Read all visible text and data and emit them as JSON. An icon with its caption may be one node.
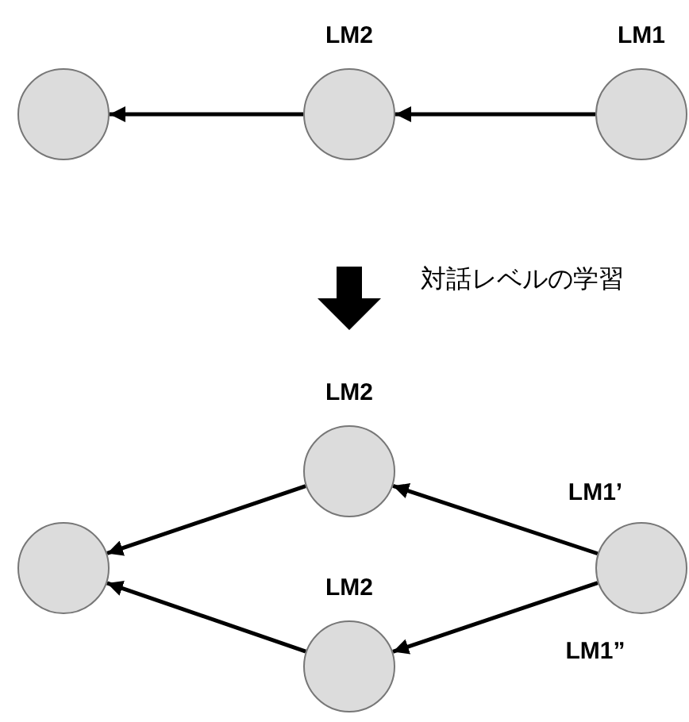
{
  "diagram": {
    "nodes": [
      {
        "text": [],
        "shape": "circle"
      },
      {
        "text": [
          "LM2"
        ]
      },
      {
        "text": [
          "LM1"
        ]
      },
      {
        "text": [],
        "shape": "circle"
      },
      {
        "text": [
          "LM2"
        ]
      },
      {
        "text": [
          "LM2"
        ]
      },
      {
        "text": [
          "LM1’",
          "LM1”"
        ]
      }
    ],
    "edges": [
      {
        "from": 1,
        "to": 0,
        "arrow": "to"
      },
      {
        "from": 2,
        "to": 1,
        "arrow": "to"
      },
      {
        "from": 4,
        "to": 3,
        "arrow": "to"
      },
      {
        "from": 5,
        "to": 3,
        "arrow": "to"
      },
      {
        "from": 6,
        "to": 4,
        "arrow": "to"
      },
      {
        "from": 6,
        "to": 5,
        "arrow": "to"
      }
    ],
    "labels": [
      "対話レベルの学習"
    ]
  }
}
